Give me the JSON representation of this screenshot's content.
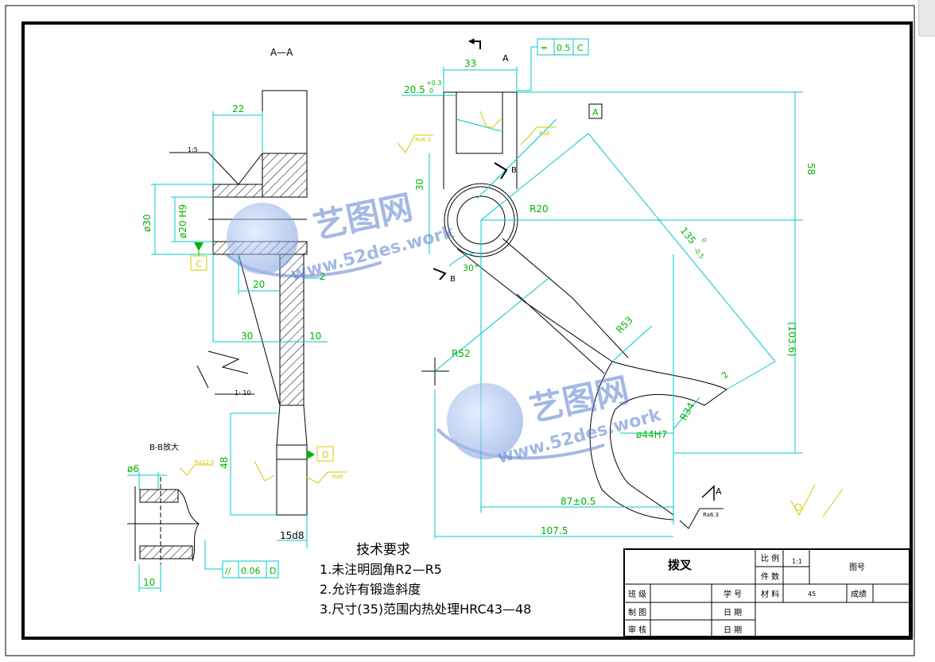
{
  "views": {
    "section_aa": "A—A",
    "section_bb": "B-B放大"
  },
  "dims": {
    "d22": "22",
    "d30phi": "ø30",
    "d20h9": "ø20 H9",
    "d20": "20",
    "d2": "2",
    "d30": "30",
    "d10": "10",
    "d48": "48",
    "d15d8": "15d8",
    "d6phi": "ø6",
    "d10b": "10",
    "d33": "33",
    "d20_5": "20.5",
    "d20_5tol": "+0.3",
    "d20_5tol0": "0",
    "d30v": "30",
    "r20": "R20",
    "d58": "58",
    "d135": "135",
    "d135tol": "-0.5",
    "d135tol0": "0",
    "d103_6": "(103.6)",
    "r53": "R53",
    "r52": "R52",
    "r34": "R34",
    "d44h7": "ø44H7",
    "d87": "87±0.5",
    "d107_5": "107.5",
    "ang30": "30°",
    "d2b": "2",
    "slope15": "1:5",
    "slope1_10": "1: 10"
  },
  "datums": {
    "a": "A",
    "c": "C",
    "d": "D",
    "b": "B",
    "arrow_a": "A"
  },
  "tolerance": {
    "sym": {
      "symbol": "═",
      "value": "0.5",
      "datum": "C"
    },
    "par": {
      "symbol": "//",
      "value": "0.06",
      "datum": "D"
    }
  },
  "roughness": {
    "ra63": "Ra6.3",
    "ra125": "Ra12.5",
    "ra6": "Ra6"
  },
  "watermark": {
    "brand": "艺图网",
    "url": "www.52des.work"
  },
  "notes": {
    "title": "技术要求",
    "items": [
      "1.未注明圆角R2—R5",
      "2.允许有锻造斜度",
      "3.尺寸(35)范围内热处理HRC43—48"
    ]
  },
  "title_block": {
    "part_name": "拨叉",
    "scale_label": "比 例",
    "scale_value": "1:1",
    "qty_label": "件 数",
    "drawing_no_label": "图号",
    "material_label": "材 料",
    "material_value": "45",
    "score_label": "成绩",
    "class_label": "班 级",
    "student_no_label": "学 号",
    "drawn_label": "制 图",
    "date_label": "日 期",
    "checked_label": "审 核",
    "date_label2": "日 期"
  },
  "colors": {
    "dim": "#00c8c8",
    "dimtext": "#00b400",
    "line": "#000000",
    "yellow": "#d4c800",
    "wm_blue": "#5b7fd0"
  }
}
